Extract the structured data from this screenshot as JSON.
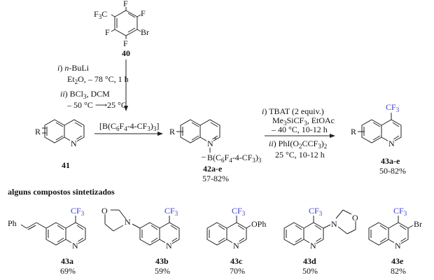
{
  "scheme": {
    "start_material": {
      "label": "40",
      "substituents": {
        "cf3": "F3C",
        "f": "F",
        "br": "Br"
      }
    },
    "step1_conditions": {
      "line1": "i) n-BuLi",
      "line2": "Et2O, – 78 °C, 1 h",
      "line3": "ii) BCl3, DCM",
      "line4": "– 50 °C → 25 °C"
    },
    "substrate": {
      "label": "41",
      "r": "R",
      "n": "N"
    },
    "reagent_arrow2": "[B(C6F4-4-CF3)3]",
    "intermediate": {
      "label": "42a-e",
      "yield": "57-82%",
      "n": "N",
      "plus": "+",
      "minus": "–",
      "boron": "B(C6F4-4-CF3)3",
      "r": "R"
    },
    "step3_conditions": {
      "line1": "i) TBAT (2 equiv.)",
      "line2": "Me3SiCF3, EtOAc",
      "line3": "– 40 °C, 10-12 h",
      "line4": "ii) PhI(O2CCF3)2",
      "line5": "25 °C, 10-12 h"
    },
    "product": {
      "label": "43a-e",
      "yield": "50-82%",
      "cf3": "CF3",
      "r": "R",
      "n": "N"
    }
  },
  "section_caption": "alguns compostos sintetizados",
  "examples": [
    {
      "label": "43a",
      "yield": "69%",
      "substituent": "Ph"
    },
    {
      "label": "43b",
      "yield": "59%",
      "substituent": "O"
    },
    {
      "label": "43c",
      "yield": "70%",
      "substituent": "OPh"
    },
    {
      "label": "43d",
      "yield": "50%",
      "substituent": "O"
    },
    {
      "label": "43e",
      "yield": "82%",
      "substituent": "Br"
    }
  ],
  "colors": {
    "cf3_highlight": "#3a3ad8",
    "ink": "#111111"
  }
}
